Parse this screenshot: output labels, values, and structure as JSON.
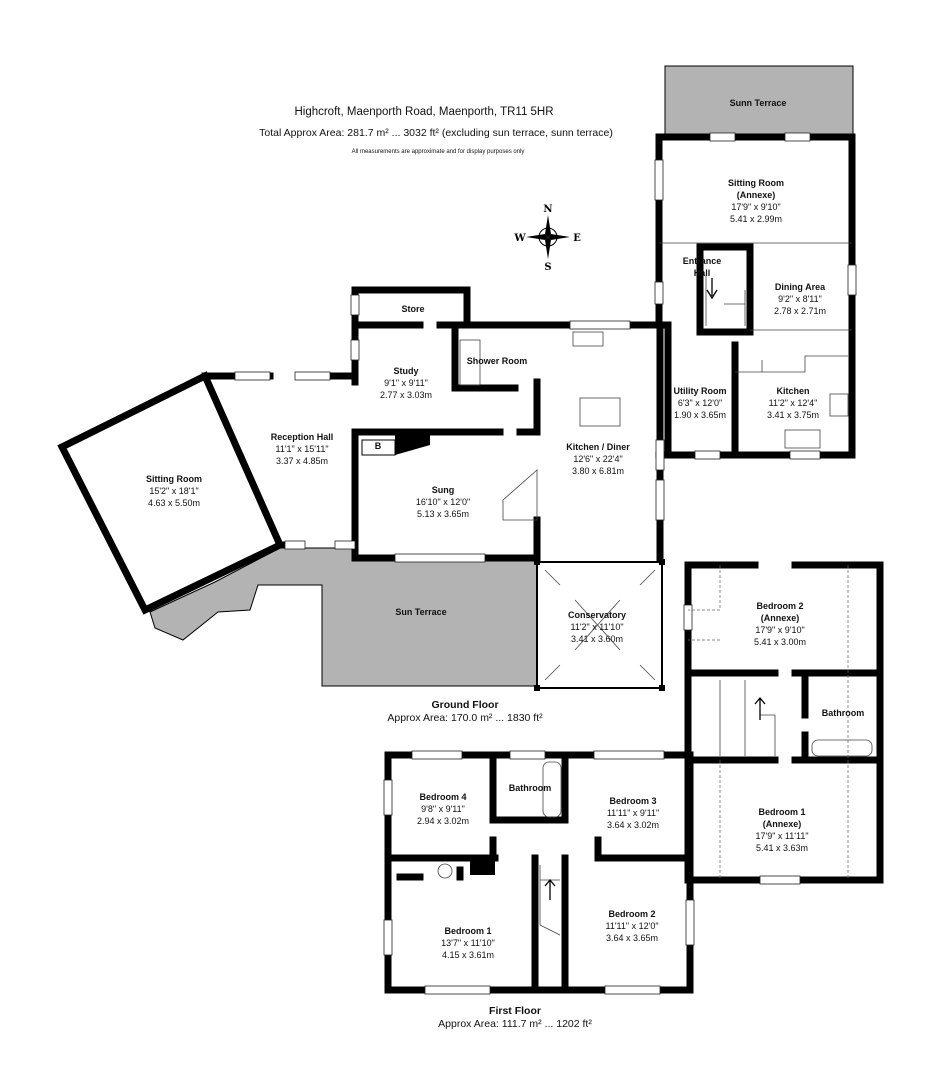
{
  "header": {
    "address": "Highcroft, Maenporth Road, Maenporth, TR11 5HR",
    "total_area": "Total Approx Area: 281.7 m² ... 3032 ft² (excluding sun terrace, sunn terrace)",
    "disclaimer": "All measurements are approximate and for display purposes only"
  },
  "compass": {
    "n": "N",
    "s": "S",
    "e": "E",
    "w": "W"
  },
  "floors": {
    "ground": {
      "label": "Ground Floor",
      "area": "Approx Area: 170.0 m² ... 1830 ft²"
    },
    "first": {
      "label": "First Floor",
      "area": "Approx Area: 111.7 m² ... 1202 ft²"
    }
  },
  "boiler_label": "B",
  "rooms": {
    "sunn_terrace": {
      "name": "Sunn Terrace"
    },
    "sitting_annexe": {
      "name": "Sitting Room",
      "sub": "(Annexe)",
      "imperial": "17'9\" x 9'10\"",
      "metric": "5.41 x 2.99m"
    },
    "entrance_hall": {
      "name": "Entrance",
      "sub": "Hall"
    },
    "dining": {
      "name": "Dining Area",
      "imperial": "9'2\" x 8'11\"",
      "metric": "2.78 x 2.71m"
    },
    "utility": {
      "name": "Utility Room",
      "imperial": "6'3\" x 12'0\"",
      "metric": "1.90 x 3.65m"
    },
    "kitchen": {
      "name": "Kitchen",
      "imperial": "11'2\" x 12'4\"",
      "metric": "3.41 x 3.75m"
    },
    "store": {
      "name": "Store"
    },
    "study": {
      "name": "Study",
      "imperial": "9'1\" x 9'11\"",
      "metric": "2.77 x 3.03m"
    },
    "shower": {
      "name": "Shower Room"
    },
    "kitchen_diner": {
      "name": "Kitchen / Diner",
      "imperial": "12'6\" x 22'4\"",
      "metric": "3.80 x 6.81m"
    },
    "reception": {
      "name": "Reception Hall",
      "imperial": "11'1\" x 15'11\"",
      "metric": "3.37 x 4.85m"
    },
    "sitting": {
      "name": "Sitting Room",
      "imperial": "15'2\" x 18'1\"",
      "metric": "4.63 x 5.50m"
    },
    "sung": {
      "name": "Sung",
      "imperial": "16'10\" x 12'0\"",
      "metric": "5.13 x 3.65m"
    },
    "sun_terrace": {
      "name": "Sun Terrace"
    },
    "conservatory": {
      "name": "Conservatory",
      "imperial": "11'2\" x 11'10\"",
      "metric": "3.41 x 3.60m"
    },
    "bed2_annexe": {
      "name": "Bedroom 2",
      "sub": "(Annexe)",
      "imperial": "17'9\" x 9'10\"",
      "metric": "5.41 x 3.00m"
    },
    "bathroom_annexe": {
      "name": "Bathroom"
    },
    "bed1_annexe": {
      "name": "Bedroom 1",
      "sub": "(Annexe)",
      "imperial": "17'9\" x 11'11\"",
      "metric": "5.41 x 3.63m"
    },
    "bed4": {
      "name": "Bedroom 4",
      "imperial": "9'8\" x 9'11\"",
      "metric": "2.94 x 3.02m"
    },
    "bathroom": {
      "name": "Bathroom"
    },
    "bed3": {
      "name": "Bedroom 3",
      "imperial": "11'11\" x 9'11\"",
      "metric": "3.64 x 3.02m"
    },
    "bed1": {
      "name": "Bedroom 1",
      "imperial": "13'7\" x 11'10\"",
      "metric": "4.15 x 3.61m"
    },
    "bed2": {
      "name": "Bedroom 2",
      "imperial": "11'11\" x 12'0\"",
      "metric": "3.64 x 3.65m"
    }
  },
  "colors": {
    "terrace": "#b3b3b3",
    "wall": "#000000"
  }
}
